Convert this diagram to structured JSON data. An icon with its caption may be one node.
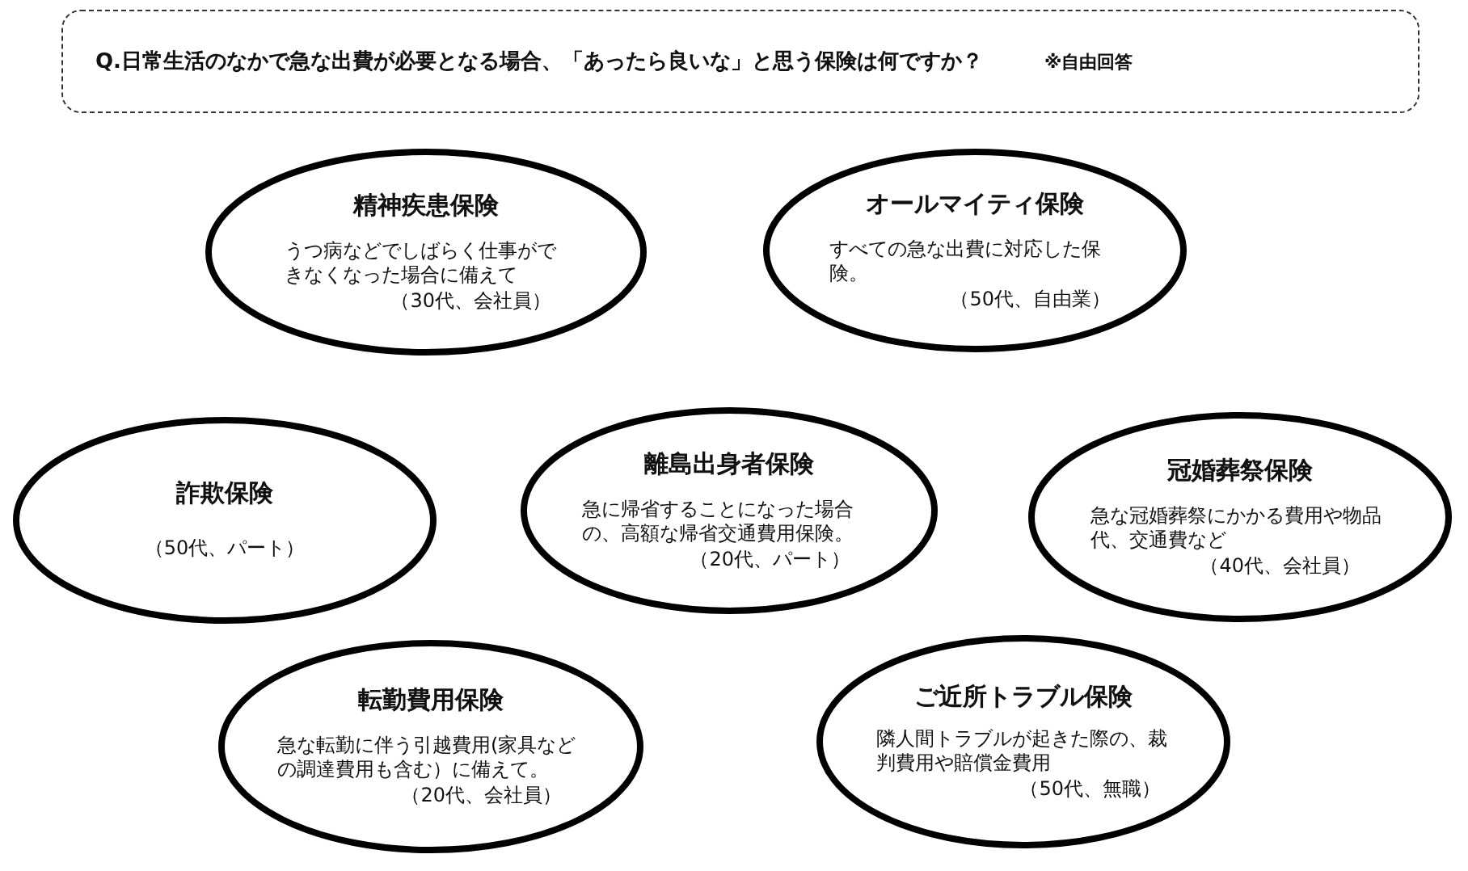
{
  "diagram": {
    "nodes": [
      {
        "text": [
          "Q.日常生活のなかで急な出費が必要となる場合、「あったら良いな」と思う保険は何ですか？",
          "※自由回答"
        ]
      },
      {
        "text": [
          "精神疾患保険",
          "うつ病などでしばらく仕事ができなくなった場合に備えて",
          "（30代、会社員）"
        ]
      },
      {
        "text": [
          "オールマイティ保険",
          "すべての急な出費に対応した保険。",
          "（50代、自由業）"
        ]
      },
      {
        "text": [
          "詐欺保険",
          "（50代、パート）"
        ]
      },
      {
        "text": [
          "離島出身者保険",
          "急に帰省することになった場合の、高額な帰省交通費用保険。",
          "（20代、パート）"
        ]
      },
      {
        "text": [
          "冠婚葬祭保険",
          "急な冠婚葬祭にかかる費用や物品代、交通費など",
          "（40代、会社員）"
        ]
      },
      {
        "text": [
          "転勤費用保険",
          "急な転勤に伴う引越費用(家具などの調達費用も含む）に備えて。",
          "（20代、会社員）"
        ]
      },
      {
        "text": [
          "ご近所トラブル保険",
          "隣人間トラブルが起きた際の、裁判費用や賠償金費用",
          "（50代、無職）"
        ]
      }
    ]
  }
}
